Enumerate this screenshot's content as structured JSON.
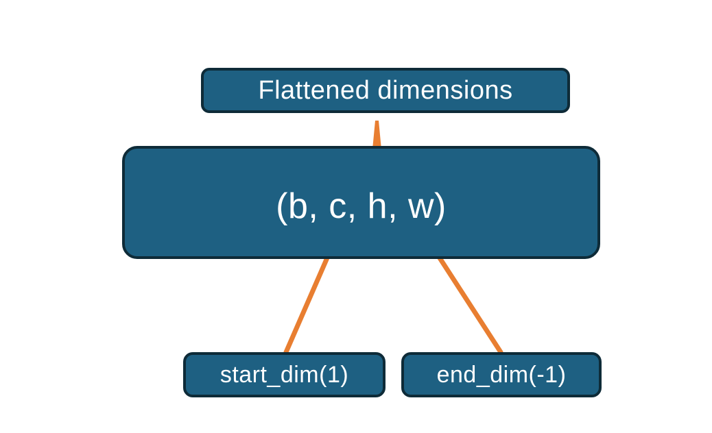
{
  "diagram": {
    "title_box": {
      "label": "Flattened dimensions"
    },
    "tensor_box": {
      "label": "(b, c, h, w)"
    },
    "start_box": {
      "label": "start_dim(1)"
    },
    "end_box": {
      "label": "end_dim(-1)"
    },
    "colors": {
      "box_fill": "#1e6082",
      "box_border": "#0e2b38",
      "accent_orange": "#e87e31",
      "text": "#ffffff",
      "background": "#ffffff"
    }
  }
}
